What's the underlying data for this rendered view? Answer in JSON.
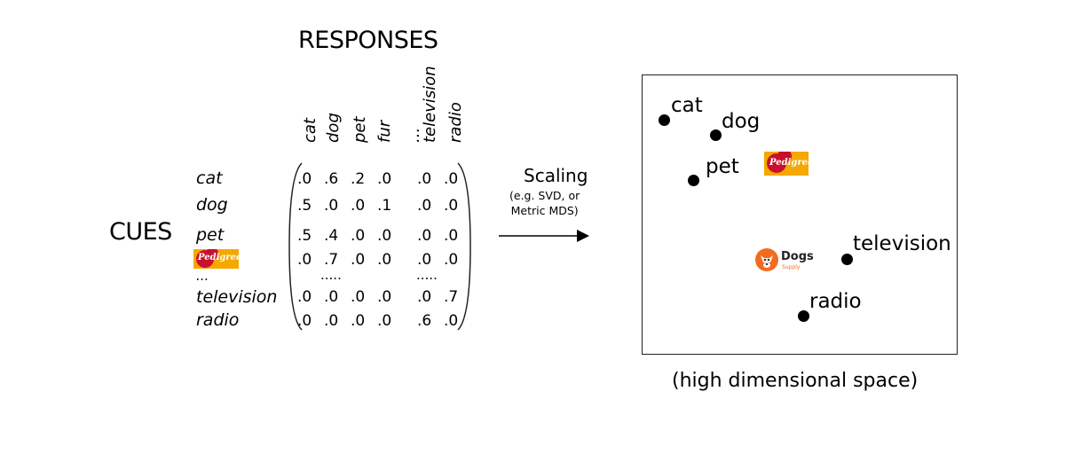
{
  "responses_title": "RESPONSES",
  "cues_title": "CUES",
  "response_columns": [
    "cat",
    "dog",
    "pet",
    "fur",
    "...",
    "television",
    "radio"
  ],
  "cue_rows": [
    {
      "label": "cat",
      "values": [
        ".0",
        ".6",
        ".2",
        ".0",
        ".0",
        ".0"
      ]
    },
    {
      "label": "dog",
      "values": [
        ".5",
        ".0",
        ".0",
        ".1",
        ".0",
        ".0"
      ]
    },
    {
      "label": "pet",
      "values": [
        ".5",
        ".4",
        ".0",
        ".0",
        ".0",
        ".0"
      ]
    },
    {
      "label": "",
      "logo": "Pedigree",
      "values": [
        ".0",
        ".7",
        ".0",
        ".0",
        ".0",
        ".0"
      ]
    },
    {
      "label": "...",
      "values": [
        "",
        "",
        "",
        "",
        "",
        ""
      ]
    },
    {
      "label": "television",
      "values": [
        ".0",
        ".0",
        ".0",
        ".0",
        ".0",
        ".7"
      ]
    },
    {
      "label": "radio",
      "values": [
        ".0",
        ".0",
        ".0",
        ".0",
        ".6",
        ".0"
      ]
    }
  ],
  "ellipsis_cells": [
    ".....",
    "....."
  ],
  "scaling": {
    "label": "Scaling",
    "note_line1": "(e.g. SVD, or",
    "note_line2": "Metric MDS)"
  },
  "space_points": [
    "cat",
    "dog",
    "pet",
    "television",
    "radio"
  ],
  "space_logos": {
    "pedigree": "Pedigree",
    "dogs_supply": "Dogs",
    "dogs_supply_sub": "Supply"
  },
  "space_caption": "(high dimensional space)",
  "colors": {
    "pedigree_bg": "#f5a800",
    "pedigree_red": "#c8102e",
    "dogs_orange": "#f26b21"
  }
}
